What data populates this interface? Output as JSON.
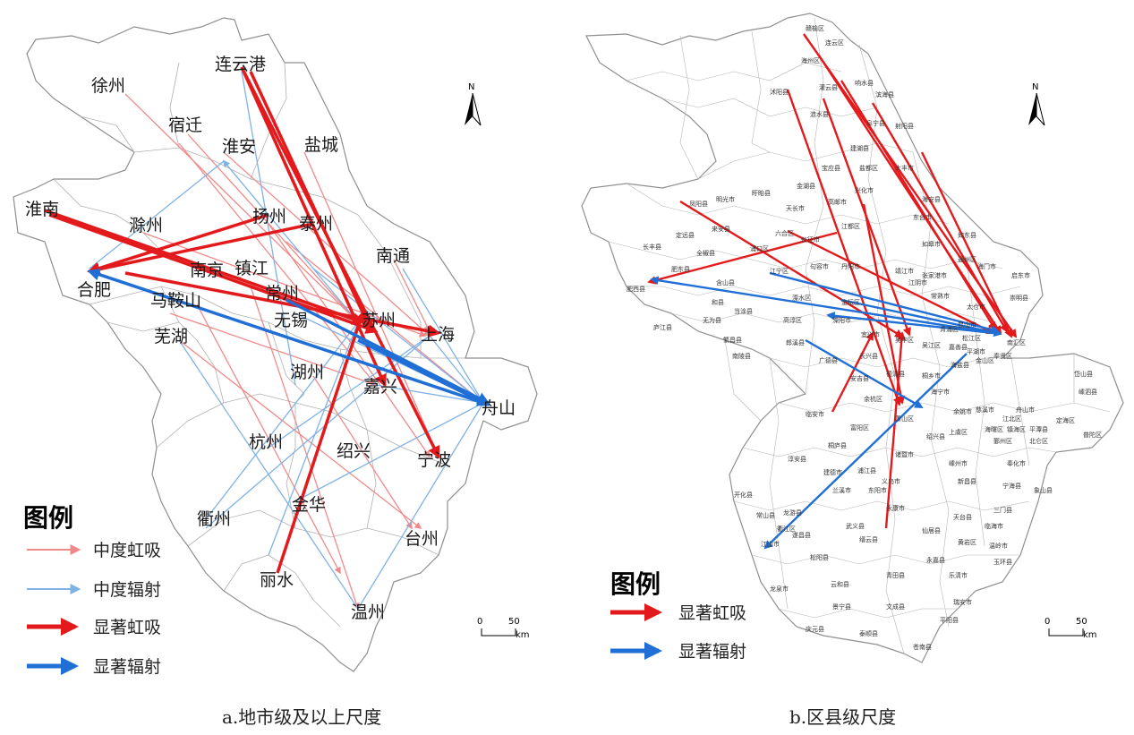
{
  "panel_a": {
    "caption": "a.地市级及以上尺度",
    "cities": [
      "连云港",
      "徐州",
      "宿迁",
      "淮安",
      "盐城",
      "淮南",
      "滁州",
      "扬州",
      "泰州",
      "南通",
      "合肥",
      "南京",
      "镇江",
      "常州",
      "马鞍山",
      "无锡",
      "苏州",
      "上海",
      "芜湖",
      "湖州",
      "嘉兴",
      "舟山",
      "杭州",
      "绍兴",
      "宁波",
      "金华",
      "衢州",
      "台州",
      "丽水",
      "温州"
    ],
    "legend": {
      "title": "图例",
      "items": [
        "中度虹吸",
        "中度辐射",
        "显著虹吸",
        "显著辐射"
      ]
    },
    "scale": {
      "zero": "0",
      "value": "50",
      "unit": "km"
    },
    "north": "N"
  },
  "panel_b": {
    "caption": "b.区县级尺度",
    "counties": [
      "赣榆区",
      "连云区",
      "海州区",
      "灌云县",
      "响水县",
      "滨海县",
      "阜宁县",
      "射阳县",
      "沭阳县",
      "涟水县",
      "建湖县",
      "盐都区",
      "大丰市",
      "东台市",
      "兴化市",
      "高邮市",
      "宝应县",
      "金湖县",
      "盱眙县",
      "天长市",
      "六合区",
      "仪征市",
      "江都区",
      "海安县",
      "如东县",
      "如皋市",
      "通州区",
      "海门市",
      "启东市",
      "崇明县",
      "靖江市",
      "江阴市",
      "张家港市",
      "常熟市",
      "太仓市",
      "昆山市",
      "吴江区",
      "吴中区",
      "宜兴市",
      "溧阳市",
      "金坛区",
      "句容市",
      "丹阳市",
      "高淳区",
      "溧水区",
      "江宁区",
      "浦口区",
      "来安县",
      "全椒县",
      "定远县",
      "凤阳县",
      "明光市",
      "长丰县",
      "肥东县",
      "肥西县",
      "庐江县",
      "无为县",
      "含山县",
      "和县",
      "当涂县",
      "繁昌县",
      "南陵县",
      "郎溪县",
      "广德县",
      "长兴县",
      "安吉县",
      "德清县",
      "桐乡市",
      "海宁市",
      "海盐县",
      "平湖市",
      "嘉善县",
      "奉贤区",
      "南汇区",
      "金山区",
      "松江区",
      "青浦区",
      "余杭区",
      "富阳区",
      "桐庐县",
      "临安市",
      "淳安县",
      "建德市",
      "萧山区",
      "诸暨市",
      "绍兴县",
      "上虞区",
      "嵊州市",
      "新昌县",
      "余姚市",
      "慈溪市",
      "鄞州区",
      "奉化市",
      "宁海县",
      "象山县",
      "三门县",
      "临海市",
      "天台县",
      "仙居县",
      "黄岩区",
      "温岭市",
      "玉环县",
      "乐清市",
      "永嘉县",
      "瑞安市",
      "平阳县",
      "苍南县",
      "文成县",
      "泰顺县",
      "青田县",
      "缙云县",
      "松阳县",
      "遂昌县",
      "龙泉市",
      "庆元县",
      "景宁县",
      "云和县",
      "武义县",
      "永康市",
      "东阳市",
      "义乌市",
      "浦江县",
      "兰溪市",
      "龙游县",
      "江山市",
      "常山县",
      "开化县",
      "衢江区",
      "岱山县",
      "嵊泗县",
      "定海区",
      "普陀区",
      "北仑区",
      "镇海区",
      "江北区",
      "海曙区",
      "平潭县",
      "舟山市"
    ],
    "legend": {
      "title": "图例",
      "items": [
        "显著虹吸",
        "显著辐射"
      ]
    },
    "scale": {
      "zero": "0",
      "value": "50",
      "unit": "km"
    },
    "north": "N"
  },
  "colors": {
    "moderate_siphon": "#f08a8a",
    "moderate_radiation": "#7fb2e5",
    "significant_siphon": "#e31a1c",
    "significant_radiation": "#1f6fd6",
    "boundary": "#9a9a9a"
  }
}
